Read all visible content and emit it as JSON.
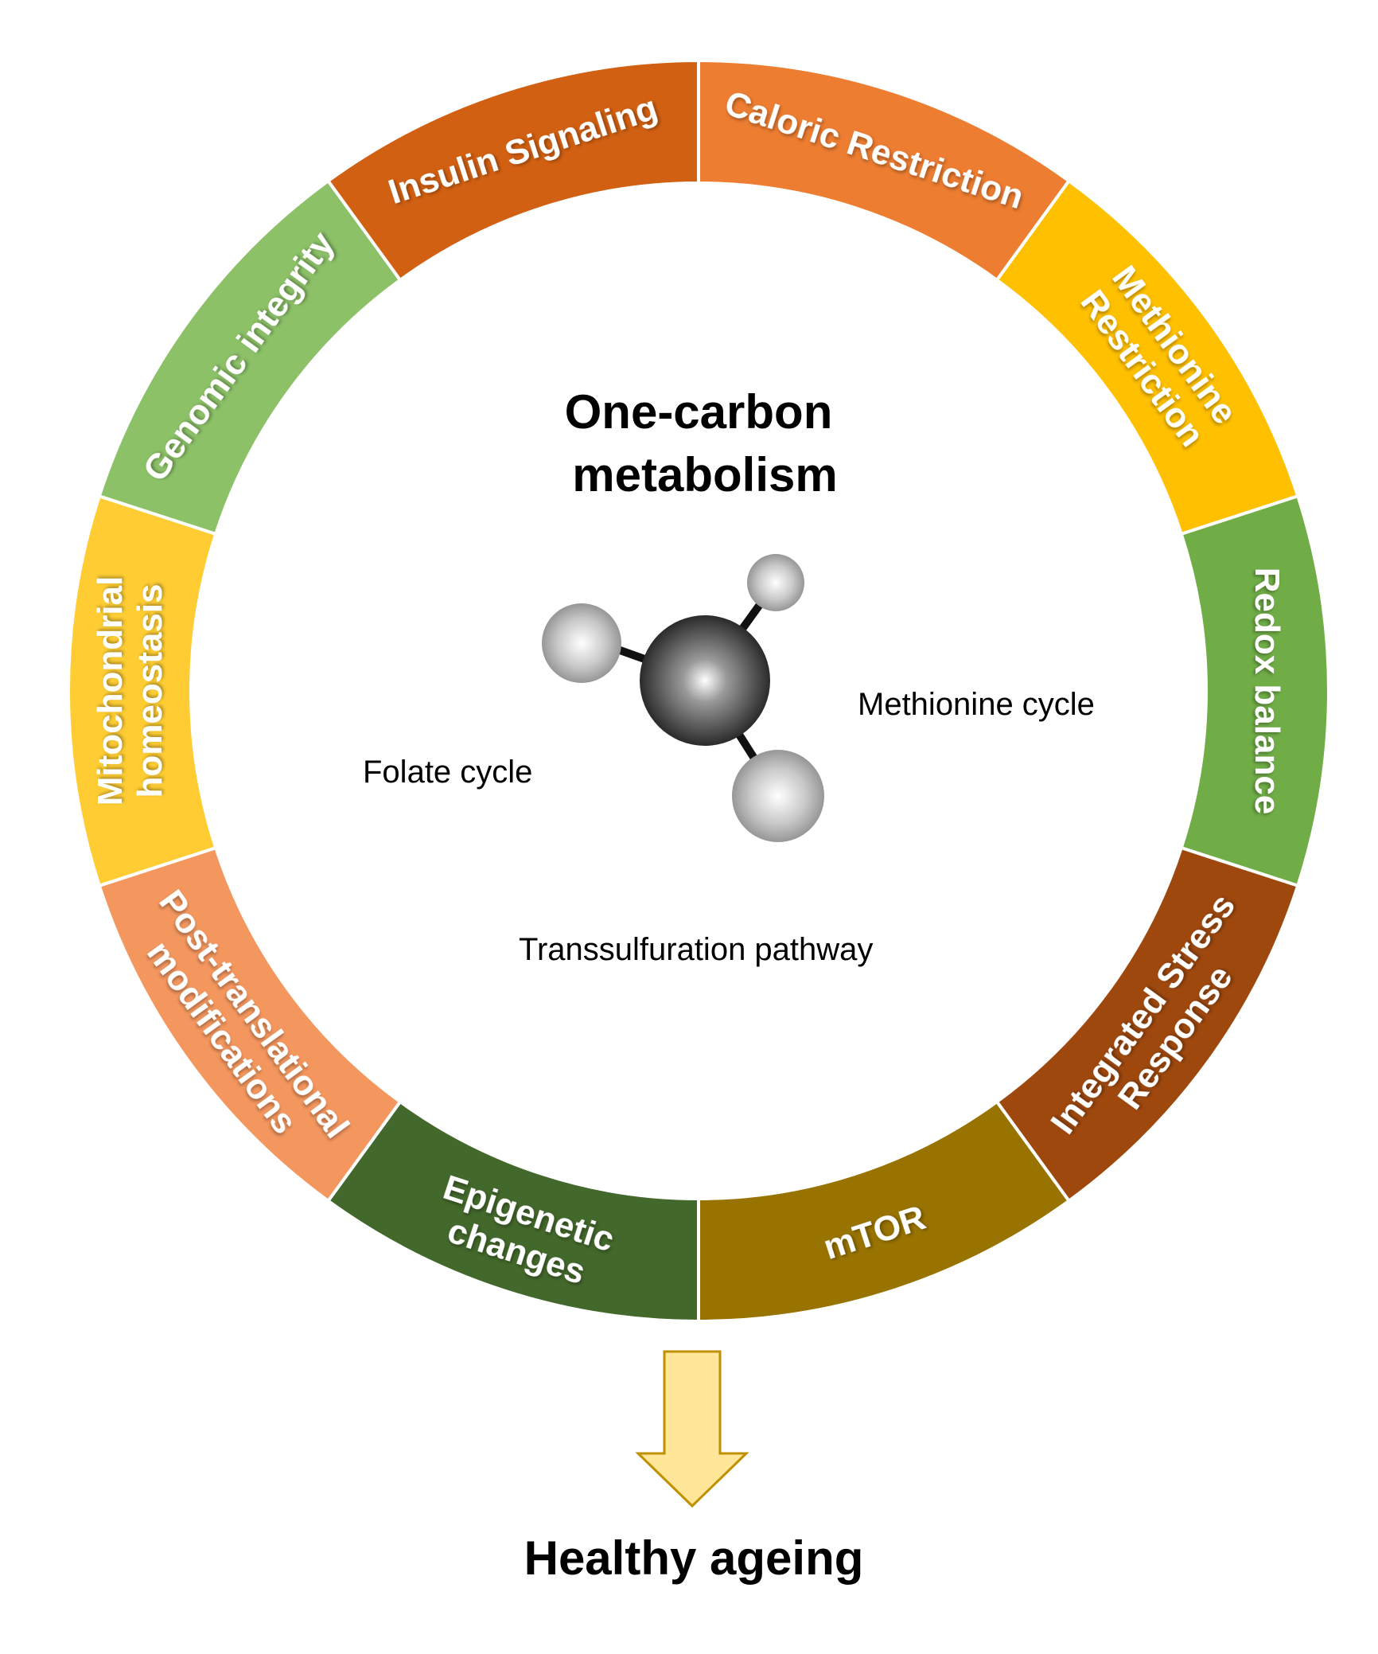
{
  "center": {
    "title_line1": "One-carbon",
    "title_line2": "metabolism",
    "folate_cycle": "Folate cycle",
    "methionine_cycle": "Methionine cycle",
    "transsulfuration": "Transsulfuration pathway"
  },
  "ring_segments": [
    {
      "id": "caloric-restriction",
      "lines": [
        "Caloric Restriction"
      ],
      "color": "#ED7D31"
    },
    {
      "id": "methionine-restriction",
      "lines": [
        "Methionine",
        "Restriction"
      ],
      "color": "#FFC000"
    },
    {
      "id": "redox-balance",
      "lines": [
        "Redox balance"
      ],
      "color": "#70AD47"
    },
    {
      "id": "integrated-stress-response",
      "lines": [
        "Integrated Stress",
        "Response"
      ],
      "color": "#9E480E"
    },
    {
      "id": "mtor",
      "lines": [
        "mTOR"
      ],
      "color": "#997300"
    },
    {
      "id": "epigenetic-changes",
      "lines": [
        "Epigenetic",
        "changes"
      ],
      "color": "#43682B"
    },
    {
      "id": "post-translational-modifications",
      "lines": [
        "Post-translational",
        "modifications"
      ],
      "color": "#F4975F"
    },
    {
      "id": "mitochondrial-homeostasis",
      "lines": [
        "Mitochondrial",
        "homeostasis"
      ],
      "color": "#FFCD33"
    },
    {
      "id": "genomic-integrity",
      "lines": [
        "Genomic integrity"
      ],
      "color": "#8CC168"
    },
    {
      "id": "insulin-signaling",
      "lines": [
        "Insulin Signaling"
      ],
      "color": "#D26012"
    }
  ],
  "outcome": {
    "label": "Healthy ageing",
    "arrow_color": "#FFE699",
    "arrow_stroke": "#BF9000"
  },
  "molecule": {
    "carbon_color": "#404040",
    "hydrogen_color": "#BFBFBF"
  }
}
